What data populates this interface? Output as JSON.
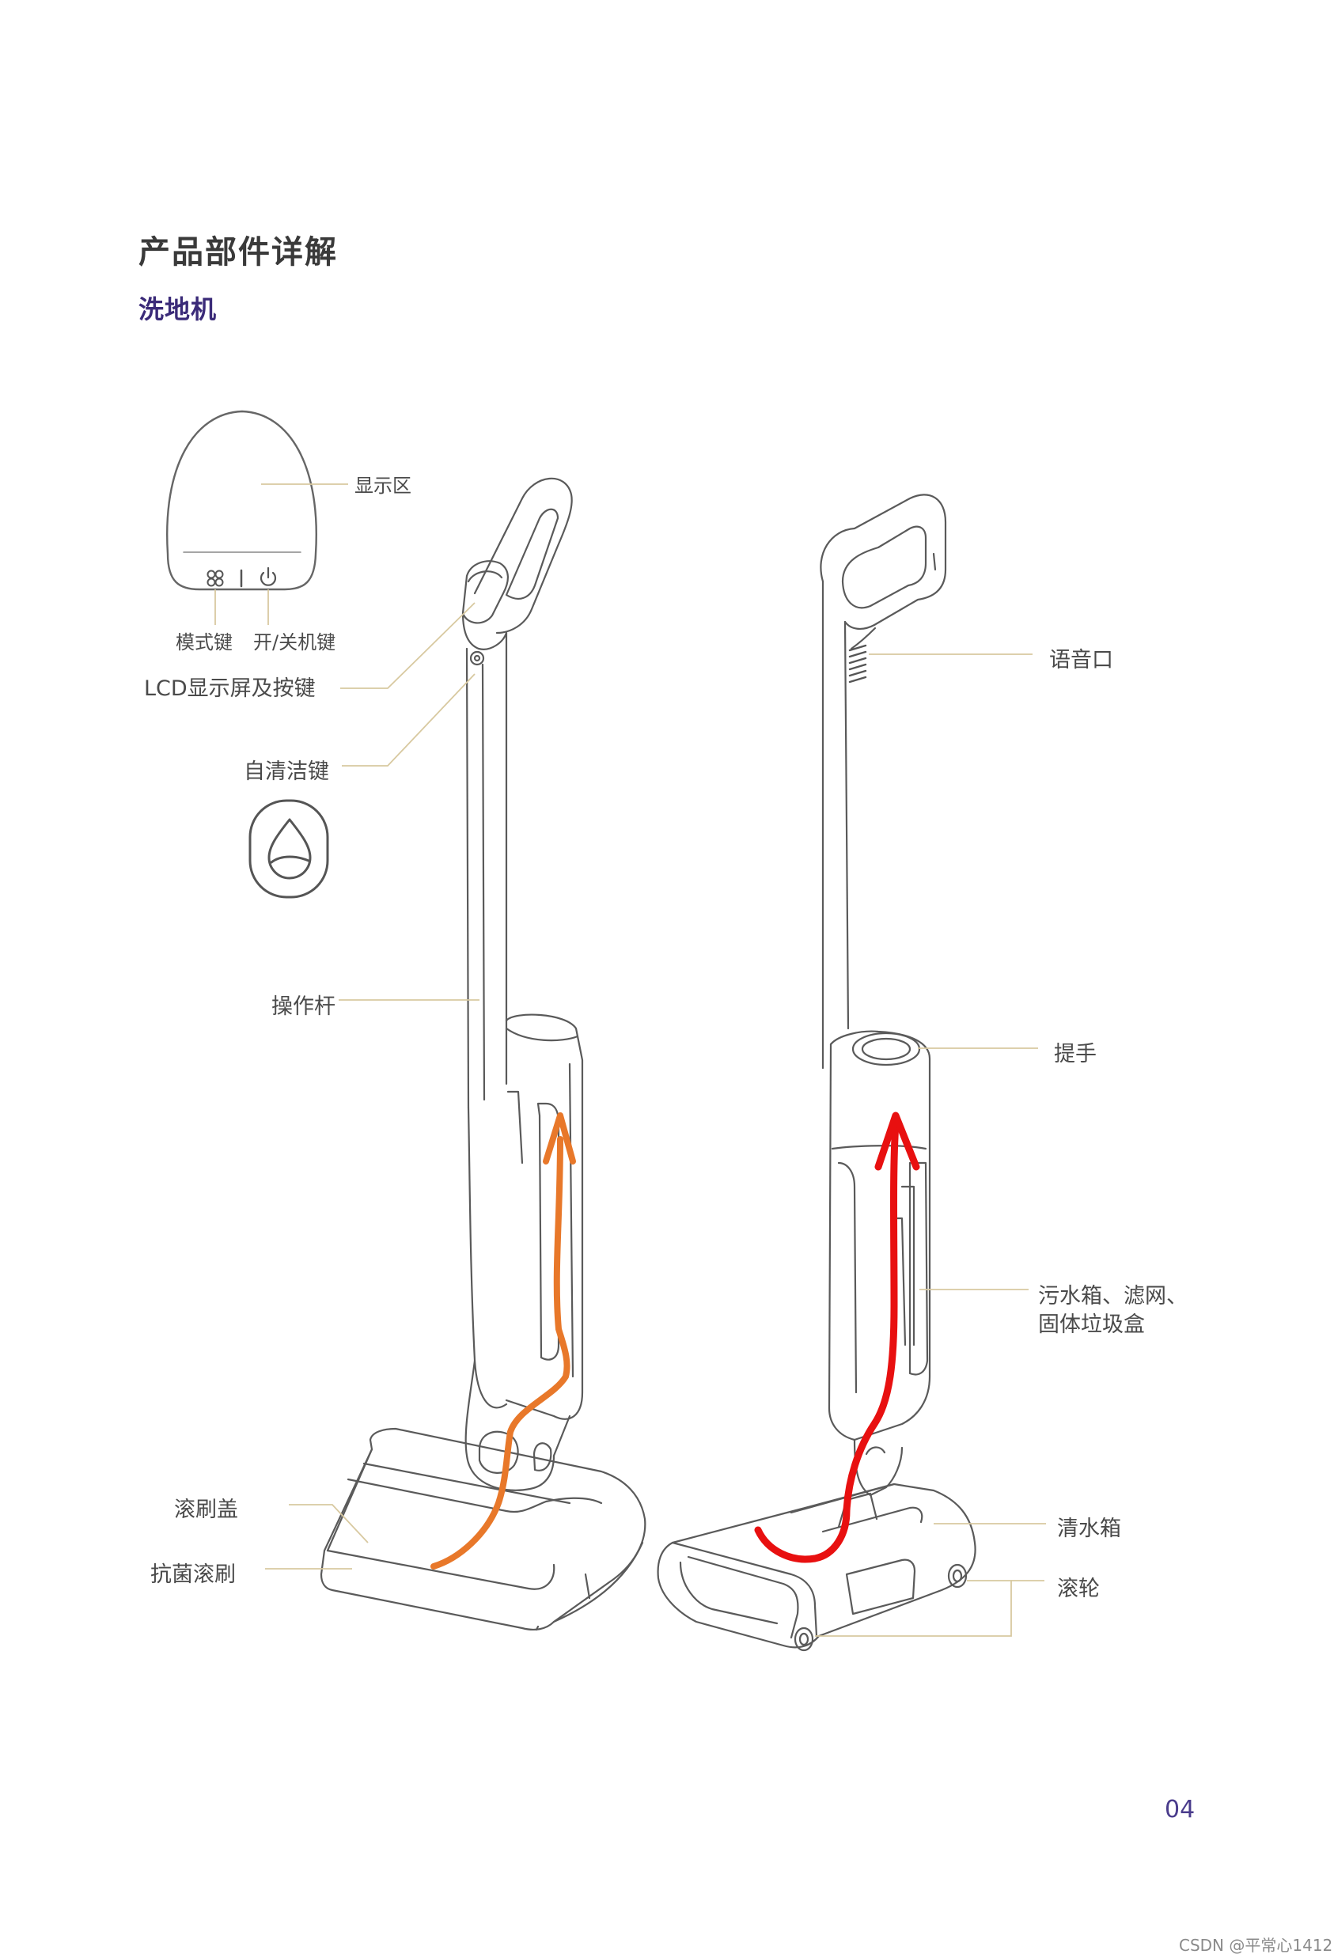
{
  "page": {
    "heading": "产品部件详解",
    "subheading": "洗地机",
    "page_number": "04",
    "watermark": "CSDN @平常心1412"
  },
  "labels": {
    "display_area": "显示区",
    "mode_key": "模式键",
    "power_key": "开/关机键",
    "lcd_screen_keys": "LCD显示屏及按键",
    "self_clean_key": "自清洁键",
    "operating_rod": "操作杆",
    "brush_cover": "滚刷盖",
    "antibacterial_brush": "抗菌滚刷",
    "voice_port": "语音口",
    "handle": "提手",
    "dirty_tank_line1": "污水箱、滤网、",
    "dirty_tank_line2": "固体垃圾盒",
    "clean_tank": "清水箱",
    "wheels": "滚轮"
  },
  "colors": {
    "accent_purple": "#3a2a78",
    "leader_line": "#d8c9a0",
    "flow_orange": "#e8782a",
    "flow_red": "#e81010",
    "device_outline": "#555555"
  }
}
